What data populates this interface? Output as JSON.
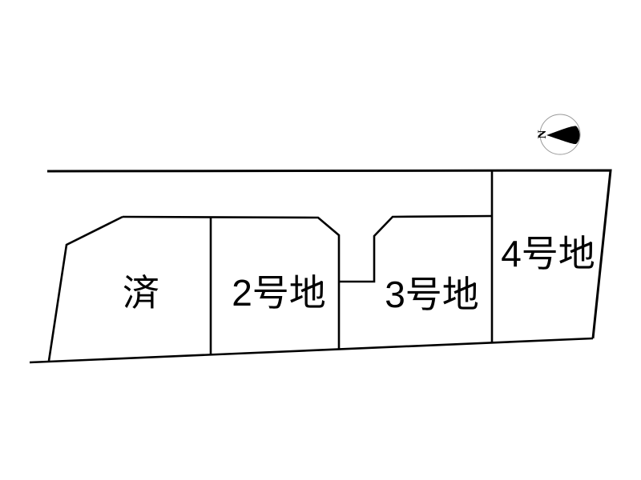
{
  "diagram": {
    "title": "lot-layout-plan",
    "background_color": "#ffffff",
    "line_color": "#000000",
    "compass_circle_color": "#999999"
  },
  "compass": {
    "north_label": "N",
    "pointing": "left"
  },
  "lots": [
    {
      "label": "済"
    },
    {
      "label": "2号地"
    },
    {
      "label": "3号地"
    },
    {
      "label": "4号地"
    }
  ]
}
